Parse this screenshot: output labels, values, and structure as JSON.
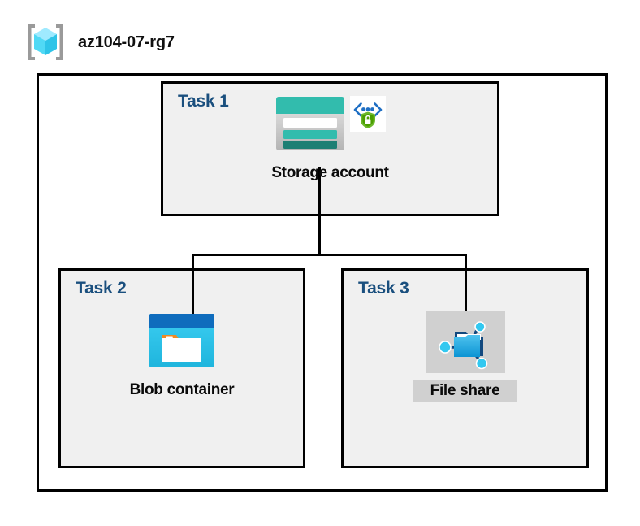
{
  "resource_group": {
    "name": "az104-07-rg7",
    "icon": "resource-group-icon"
  },
  "tasks": [
    {
      "id": "task-1",
      "label": "Task 1",
      "resource": {
        "caption": "Storage account",
        "icon": "storage-account-icon",
        "secondary_icon": "private-endpoint-shield-icon",
        "selected": false
      }
    },
    {
      "id": "task-2",
      "label": "Task 2",
      "resource": {
        "caption": "Blob container",
        "icon": "blob-container-icon",
        "secondary_icon": "",
        "selected": false
      }
    },
    {
      "id": "task-3",
      "label": "Task 3",
      "resource": {
        "caption": "File share",
        "icon": "file-share-icon",
        "secondary_icon": "",
        "selected": true
      }
    }
  ],
  "colors": {
    "task_label": "#1A4F7E",
    "box_fill": "#F0F0F0",
    "box_border": "#000000",
    "canvas": "#FFFFFF",
    "selection_highlight": "#D0D0D0",
    "storage_teal": "#32BCAD",
    "storage_dark_teal": "#1E7F74",
    "blob_blue": "#0F6CBD",
    "blob_cyan": "#32C8F0",
    "blob_orange": "#F28B29",
    "fileshare_blue": "#32A7E0",
    "shield_green": "#57A300",
    "bracket_gray": "#A0A0A0",
    "cube_cyan": "#50E6FF"
  }
}
